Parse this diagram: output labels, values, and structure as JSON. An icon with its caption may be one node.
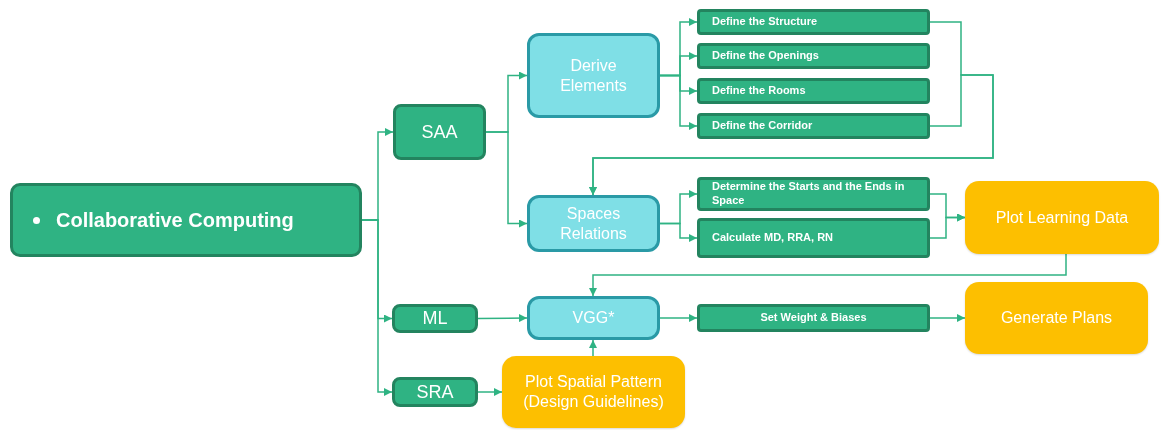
{
  "diagram": {
    "nodes": [
      {
        "text": [
          "Collaborative Computing"
        ]
      },
      {
        "text": [
          "SAA"
        ]
      },
      {
        "text": [
          "Derive Elements"
        ]
      },
      {
        "text": [
          "Define the Structure"
        ]
      },
      {
        "text": [
          "Define the Openings"
        ]
      },
      {
        "text": [
          "Define the Rooms"
        ]
      },
      {
        "text": [
          "Define the Corridor"
        ]
      },
      {
        "text": [
          "Spaces Relations"
        ]
      },
      {
        "text": [
          "Determine the Starts and the Ends in Space"
        ]
      },
      {
        "text": [
          "Calculate MD, RRA, RN"
        ]
      },
      {
        "text": [
          "Plot Learning Data"
        ]
      },
      {
        "text": [
          "ML"
        ]
      },
      {
        "text": [
          "VGG*"
        ]
      },
      {
        "text": [
          "Set Weight & Biases"
        ]
      },
      {
        "text": [
          "Generate Plans"
        ]
      },
      {
        "text": [
          "SRA"
        ]
      },
      {
        "text": [
          "Plot Spatial Pattern (Design Guidelines)"
        ]
      }
    ],
    "edges": [
      {
        "from": 0,
        "to": 1,
        "arrow": "to"
      },
      {
        "from": 0,
        "to": 11,
        "arrow": "to"
      },
      {
        "from": 0,
        "to": 15,
        "arrow": "to"
      },
      {
        "from": 1,
        "to": 2,
        "arrow": "to"
      },
      {
        "from": 1,
        "to": 7,
        "arrow": "to"
      },
      {
        "from": 2,
        "to": 3,
        "arrow": "to"
      },
      {
        "from": 2,
        "to": 4,
        "arrow": "to"
      },
      {
        "from": 2,
        "to": 5,
        "arrow": "to"
      },
      {
        "from": 2,
        "to": 6,
        "arrow": "to"
      },
      {
        "from": 3,
        "to": 7,
        "arrow": "to"
      },
      {
        "from": 6,
        "to": 7,
        "arrow": "to"
      },
      {
        "from": 7,
        "to": 8,
        "arrow": "to"
      },
      {
        "from": 7,
        "to": 9,
        "arrow": "to"
      },
      {
        "from": 8,
        "to": 10,
        "arrow": "to"
      },
      {
        "from": 9,
        "to": 10,
        "arrow": "to"
      },
      {
        "from": 10,
        "to": 12,
        "arrow": "to"
      },
      {
        "from": 11,
        "to": 12,
        "arrow": "to"
      },
      {
        "from": 15,
        "to": 16,
        "arrow": "to"
      },
      {
        "from": 16,
        "to": 12,
        "arrow": "to"
      },
      {
        "from": 12,
        "to": 13,
        "arrow": "to"
      },
      {
        "from": 13,
        "to": 14,
        "arrow": "to"
      }
    ]
  }
}
